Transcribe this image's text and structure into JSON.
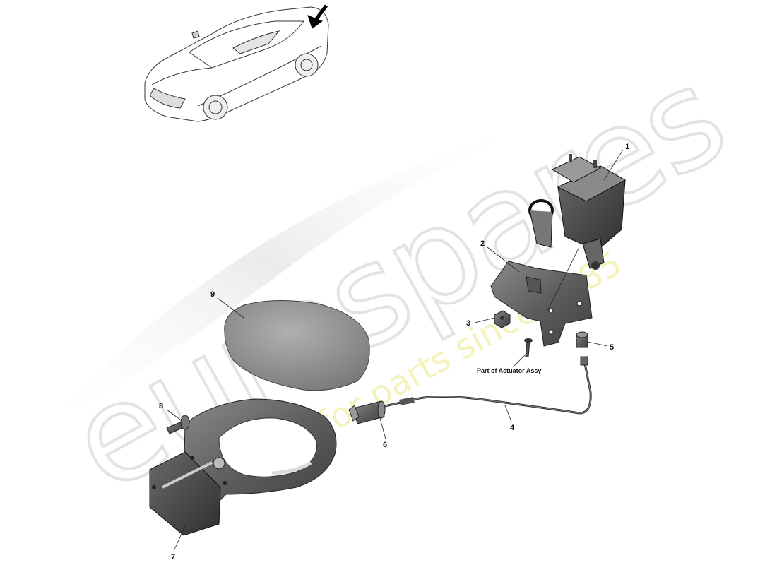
{
  "watermark": {
    "brand": "eurospares",
    "tagline": "a passion for parts since 1985"
  },
  "callouts": [
    {
      "id": "1",
      "text": "1"
    },
    {
      "id": "2",
      "text": "2"
    },
    {
      "id": "3",
      "text": "3"
    },
    {
      "id": "4",
      "text": "4"
    },
    {
      "id": "5",
      "text": "5"
    },
    {
      "id": "6",
      "text": "6"
    },
    {
      "id": "7",
      "text": "7"
    },
    {
      "id": "8",
      "text": "8"
    },
    {
      "id": "9",
      "text": "9"
    }
  ],
  "notes": {
    "actuator": "Part of Actuator Assy"
  },
  "icons": {
    "locator_arrow": "arrow-down-left-icon"
  }
}
